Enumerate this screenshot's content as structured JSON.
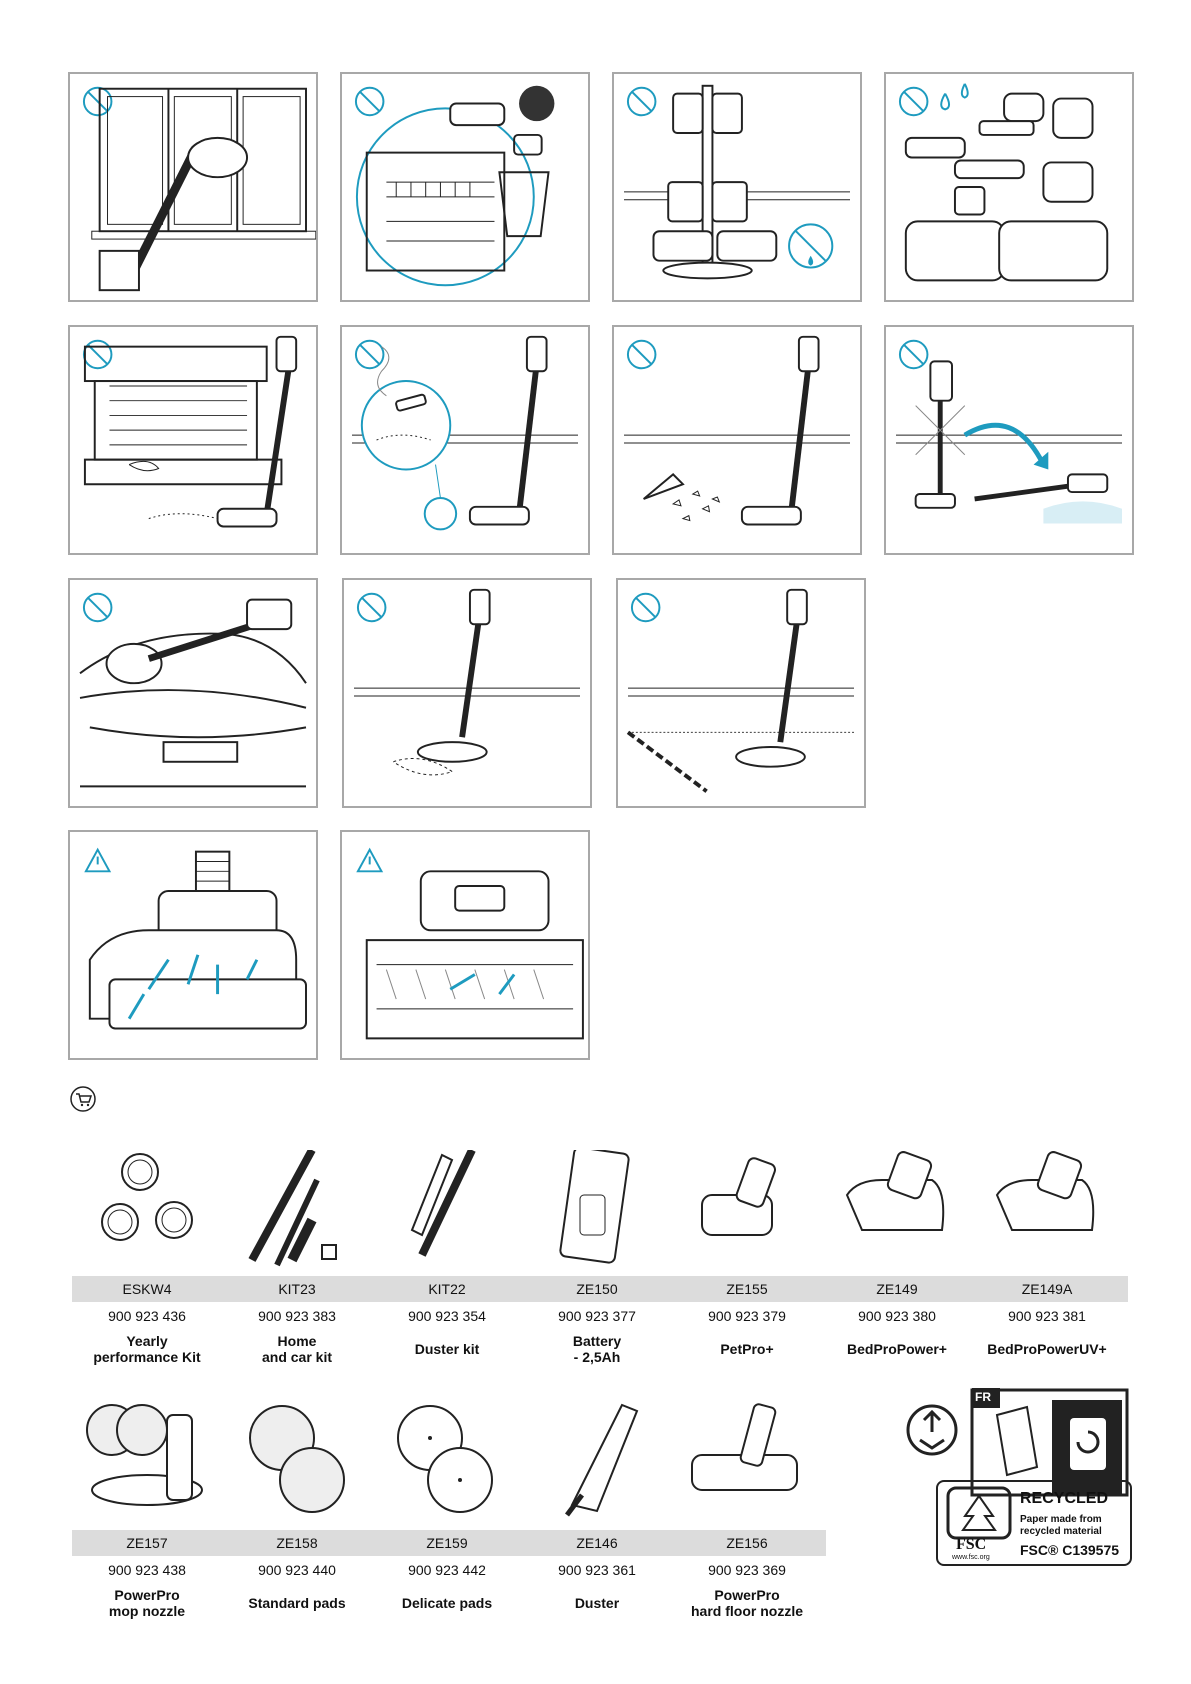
{
  "illustrations": {
    "row1": [
      "do-not-clean-windows",
      "do-not-use-dishwasher",
      "do-not-wet-charger",
      "do-not-wash-accessories"
    ],
    "row2": [
      "do-not-vacuum-ashes",
      "do-not-vacuum-cigarettes",
      "do-not-vacuum-glass",
      "do-not-drop"
    ],
    "row3": [
      "do-not-polish-car",
      "do-not-mop-liquids",
      "do-not-mop-carpet"
    ],
    "row4": [
      "warning-brushroll",
      "warning-brushroll-cleaning"
    ]
  },
  "accessories_row1": [
    {
      "code": "ESKW4",
      "number": "900 923 436",
      "name": "Yearly\nperformance Kit"
    },
    {
      "code": "KIT23",
      "number": "900 923 383",
      "name": "Home\nand car kit"
    },
    {
      "code": "KIT22",
      "number": "900 923 354",
      "name": "Duster kit"
    },
    {
      "code": "ZE150",
      "number": "900 923 377",
      "name": "Battery\n- 2,5Ah"
    },
    {
      "code": "ZE155",
      "number": "900 923 379",
      "name": "PetPro+"
    },
    {
      "code": "ZE149",
      "number": "900 923 380",
      "name": "BedProPower+"
    },
    {
      "code": "ZE149A",
      "number": "900 923 381",
      "name": "BedProPowerUV+"
    }
  ],
  "accessories_row2": [
    {
      "code": "ZE157",
      "number": "900 923 438",
      "name": "PowerPro\nmop nozzle"
    },
    {
      "code": "ZE158",
      "number": "900 923 440",
      "name": "Standard pads"
    },
    {
      "code": "ZE159",
      "number": "900 923 442",
      "name": "Delicate pads"
    },
    {
      "code": "ZE146",
      "number": "900 923 361",
      "name": "Duster"
    },
    {
      "code": "ZE156",
      "number": "900 923 369",
      "name": "PowerPro\nhard floor nozzle"
    }
  ],
  "recycling": {
    "country": "FR",
    "fsc_title": "RECYCLED",
    "fsc_line1": "Paper made from",
    "fsc_line2": "recycled material",
    "fsc_code": "FSC® C139575",
    "fsc_logo": "FSC",
    "fsc_url": "www.fsc.org"
  },
  "colors": {
    "accent": "#1e9bbf",
    "frame": "#a8a8a8",
    "codebar": "#dcdcdc"
  }
}
